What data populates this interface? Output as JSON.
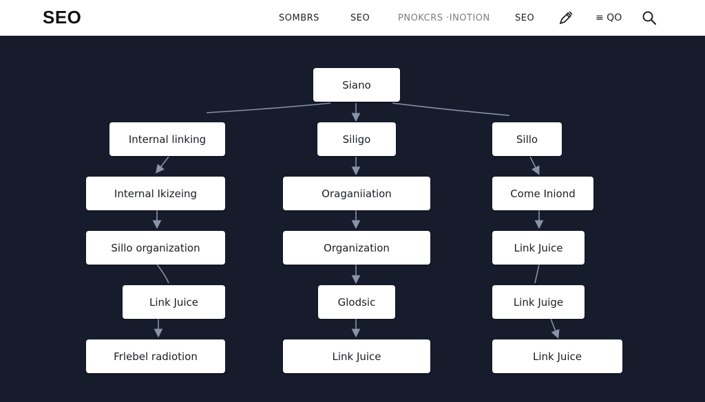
{
  "header": {
    "logo": "SEO",
    "nav": [
      "SOMBRS",
      "SEO",
      "PNOKCRS ·INOTION",
      "SEO"
    ],
    "menu_text": "≡ QO",
    "icons": [
      "pen-icon",
      "menu-icon",
      "search-icon"
    ]
  },
  "diagram": {
    "root": "Siano",
    "columns": [
      [
        "Internal linking",
        "Internal Ikizeing",
        "Sillo organization",
        "Link Juice",
        "Frlebel radiotion"
      ],
      [
        "Siligo",
        "Oraganiiation",
        "Organization",
        "Glodsic",
        "Link Juice"
      ],
      [
        "Sillo",
        "Come Iniond",
        "Link Juice",
        "Link Juige",
        "Link Juice"
      ]
    ]
  },
  "colors": {
    "background": "#161c2c",
    "header": "#ffffff",
    "node": "#ffffff",
    "edge": "#8a93a8"
  }
}
